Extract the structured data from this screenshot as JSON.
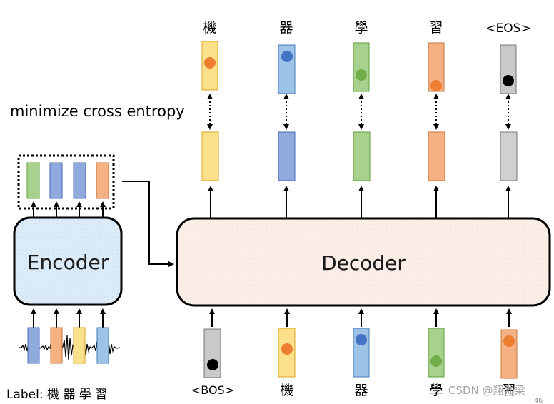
{
  "diagram": {
    "top_labels": [
      "機",
      "器",
      "學",
      "習",
      "<EOS>"
    ],
    "bottom_labels": [
      "<BOS>",
      "機",
      "器",
      "學",
      "習"
    ],
    "loss_label": "minimize cross entropy",
    "encoder_label": "Encoder",
    "decoder_label": "Decoder",
    "label_caption": "Label: 機 器 學 習",
    "watermark": "CSDN @翔帅梁",
    "page_number": "46"
  },
  "colors": {
    "yellow": "#fde08a",
    "blue": "#8faadc",
    "lightblue": "#9dc3e6",
    "green": "#a9d18e",
    "orange": "#f4b183",
    "gray": "#c9c9c9",
    "orange_dot": "#ed7d31",
    "blue_dot": "#4472c4",
    "green_dot": "#70ad47",
    "black_dot": "#000000"
  }
}
